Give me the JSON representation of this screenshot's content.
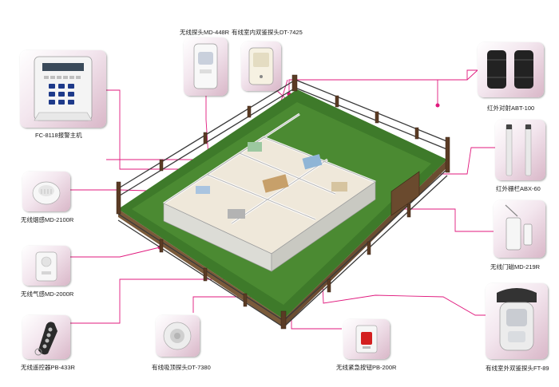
{
  "title": "",
  "accent_color": "#e0197d",
  "devices": [
    {
      "label": "FC-8118报警主机",
      "icon": "alarm-panel-icon"
    },
    {
      "label": "无线探头MD-448R",
      "icon": "pir-detector-icon"
    },
    {
      "label": "有线室内双鉴探头DT-7425",
      "icon": "dual-tech-detector-icon"
    },
    {
      "label": "红外对射ABT-100",
      "icon": "infrared-beam-icon"
    },
    {
      "label": "红外栅栏ABX-60",
      "icon": "infrared-fence-icon"
    },
    {
      "label": "无线门磁MD-219R",
      "icon": "door-contact-icon"
    },
    {
      "label": "有线室外双鉴探头FT-89",
      "icon": "outdoor-detector-icon"
    },
    {
      "label": "无线烟感MD-2100R",
      "icon": "smoke-detector-icon"
    },
    {
      "label": "无线气感MD-2000R",
      "icon": "gas-detector-icon"
    },
    {
      "label": "无线遥控器PB-433R",
      "icon": "remote-control-icon"
    },
    {
      "label": "有线吸顶探头DT-7380",
      "icon": "ceiling-detector-icon"
    },
    {
      "label": "无线紧急按钮PB-200R",
      "icon": "panic-button-icon"
    }
  ]
}
